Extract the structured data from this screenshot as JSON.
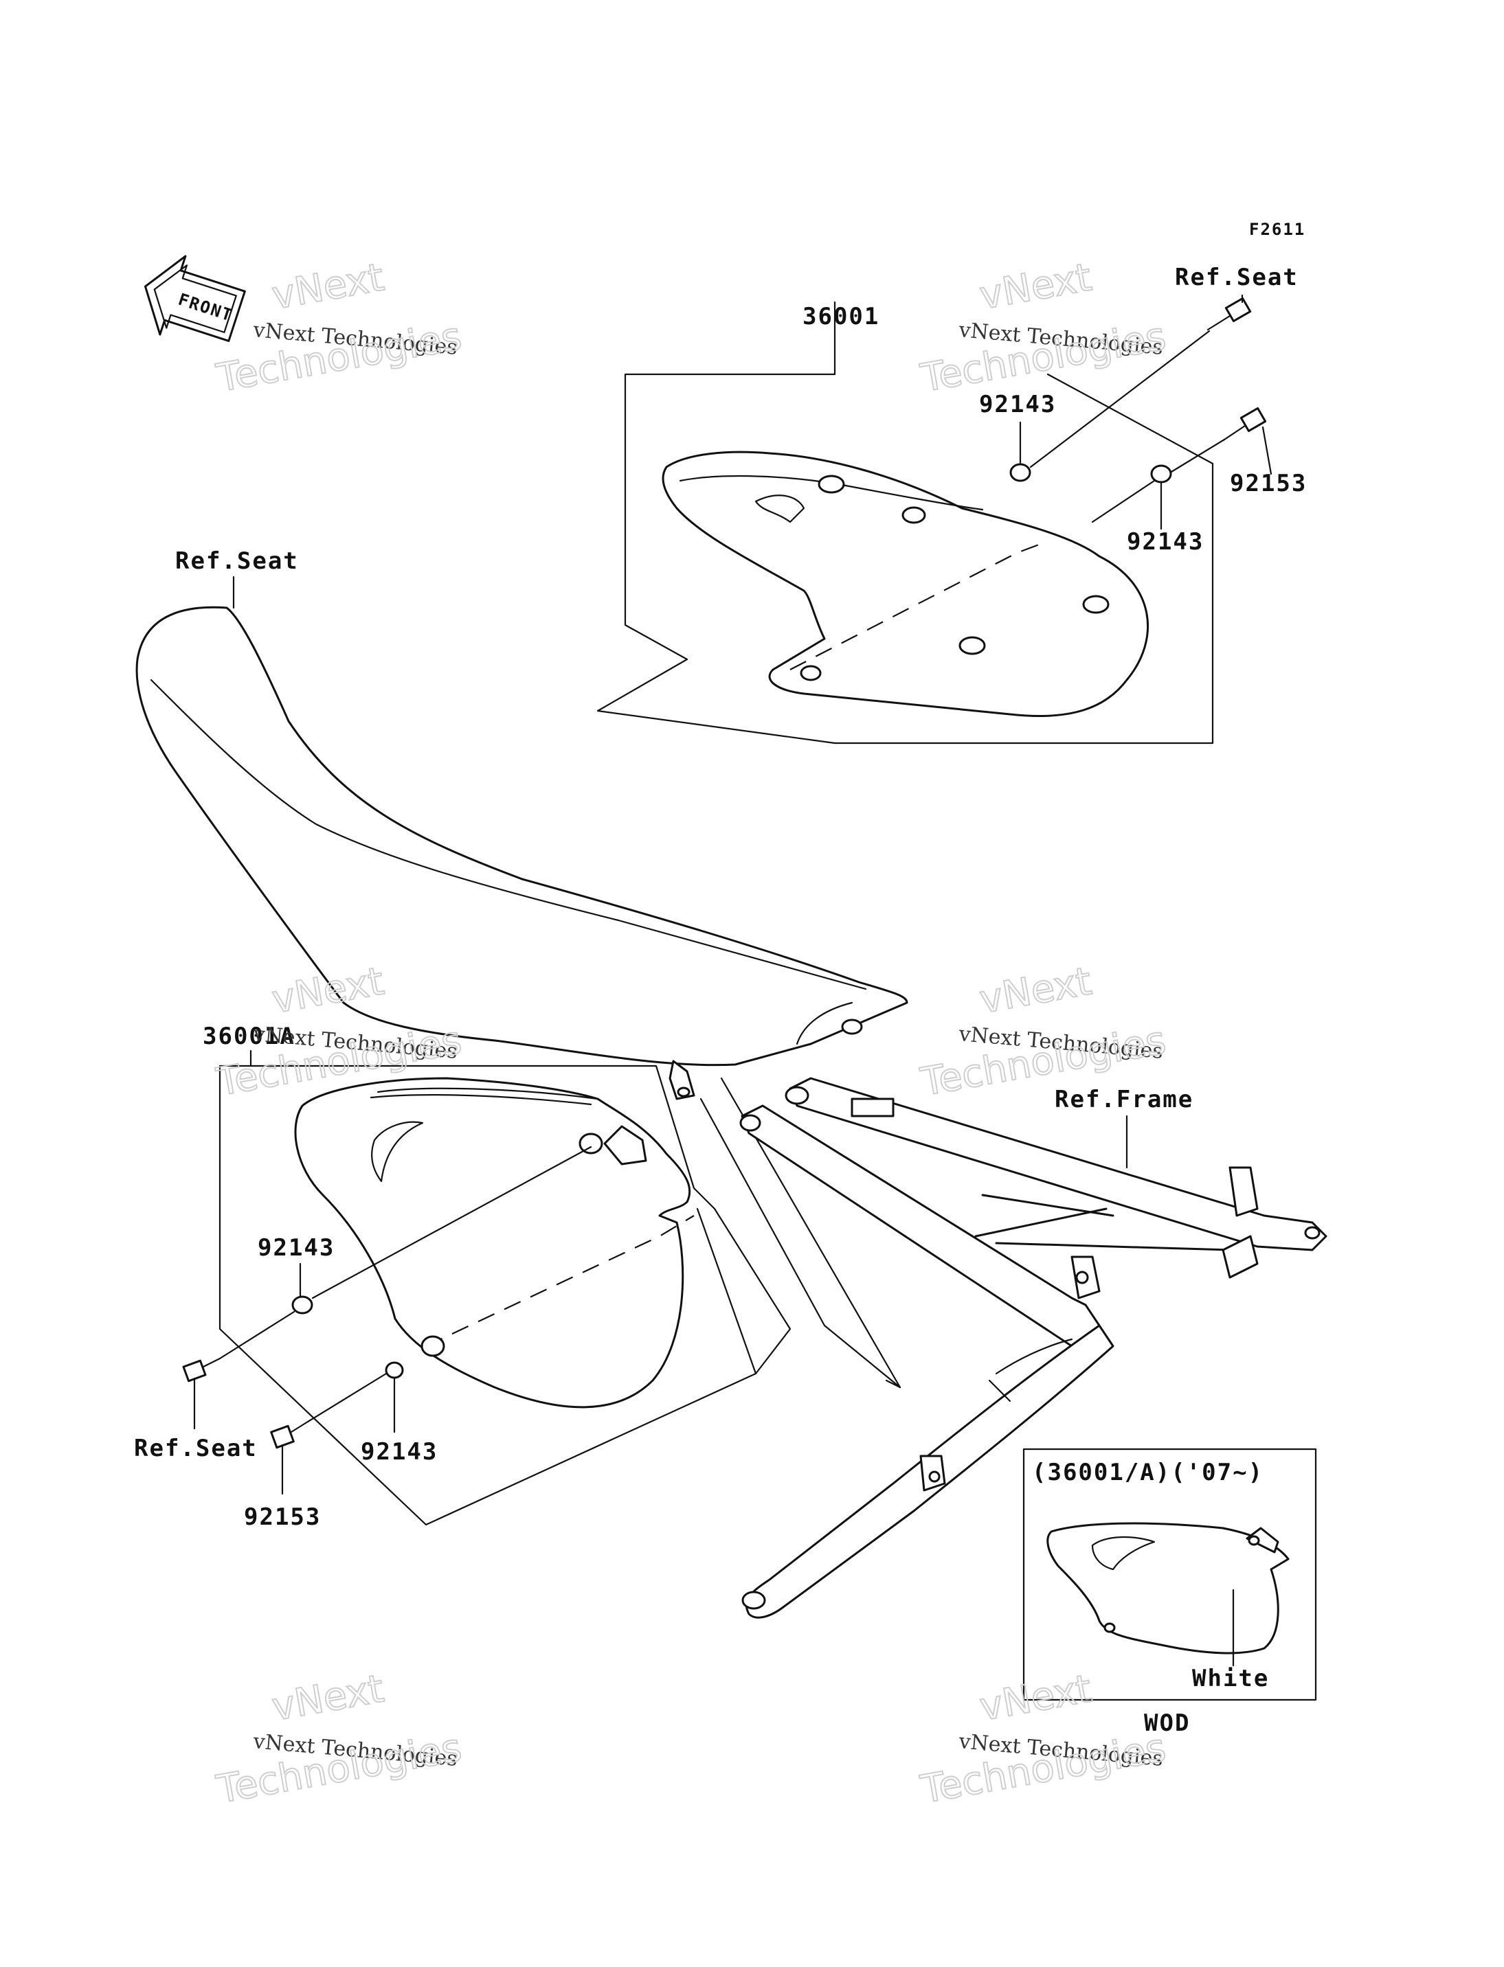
{
  "diagram_code": "F2611",
  "front_label": "FRONT",
  "callouts": {
    "upper_cover_part": "36001",
    "upper_ref_seat": "Ref.Seat",
    "upper_collar_1": "92143",
    "upper_bolt": "92153",
    "upper_collar_2": "92143",
    "seat_ref": "Ref.Seat",
    "lower_cover_part": "36001A",
    "frame_ref": "Ref.Frame",
    "lower_collar_1": "92143",
    "lower_ref_seat": "Ref.Seat",
    "lower_collar_2": "92143",
    "lower_bolt": "92153"
  },
  "inset": {
    "title": "(36001/A)('07~)",
    "color_label": "White",
    "variant_code": "WOD"
  },
  "watermark": {
    "line1": "vNext",
    "line2": "vNext Technologies",
    "line3": "Technologies"
  }
}
